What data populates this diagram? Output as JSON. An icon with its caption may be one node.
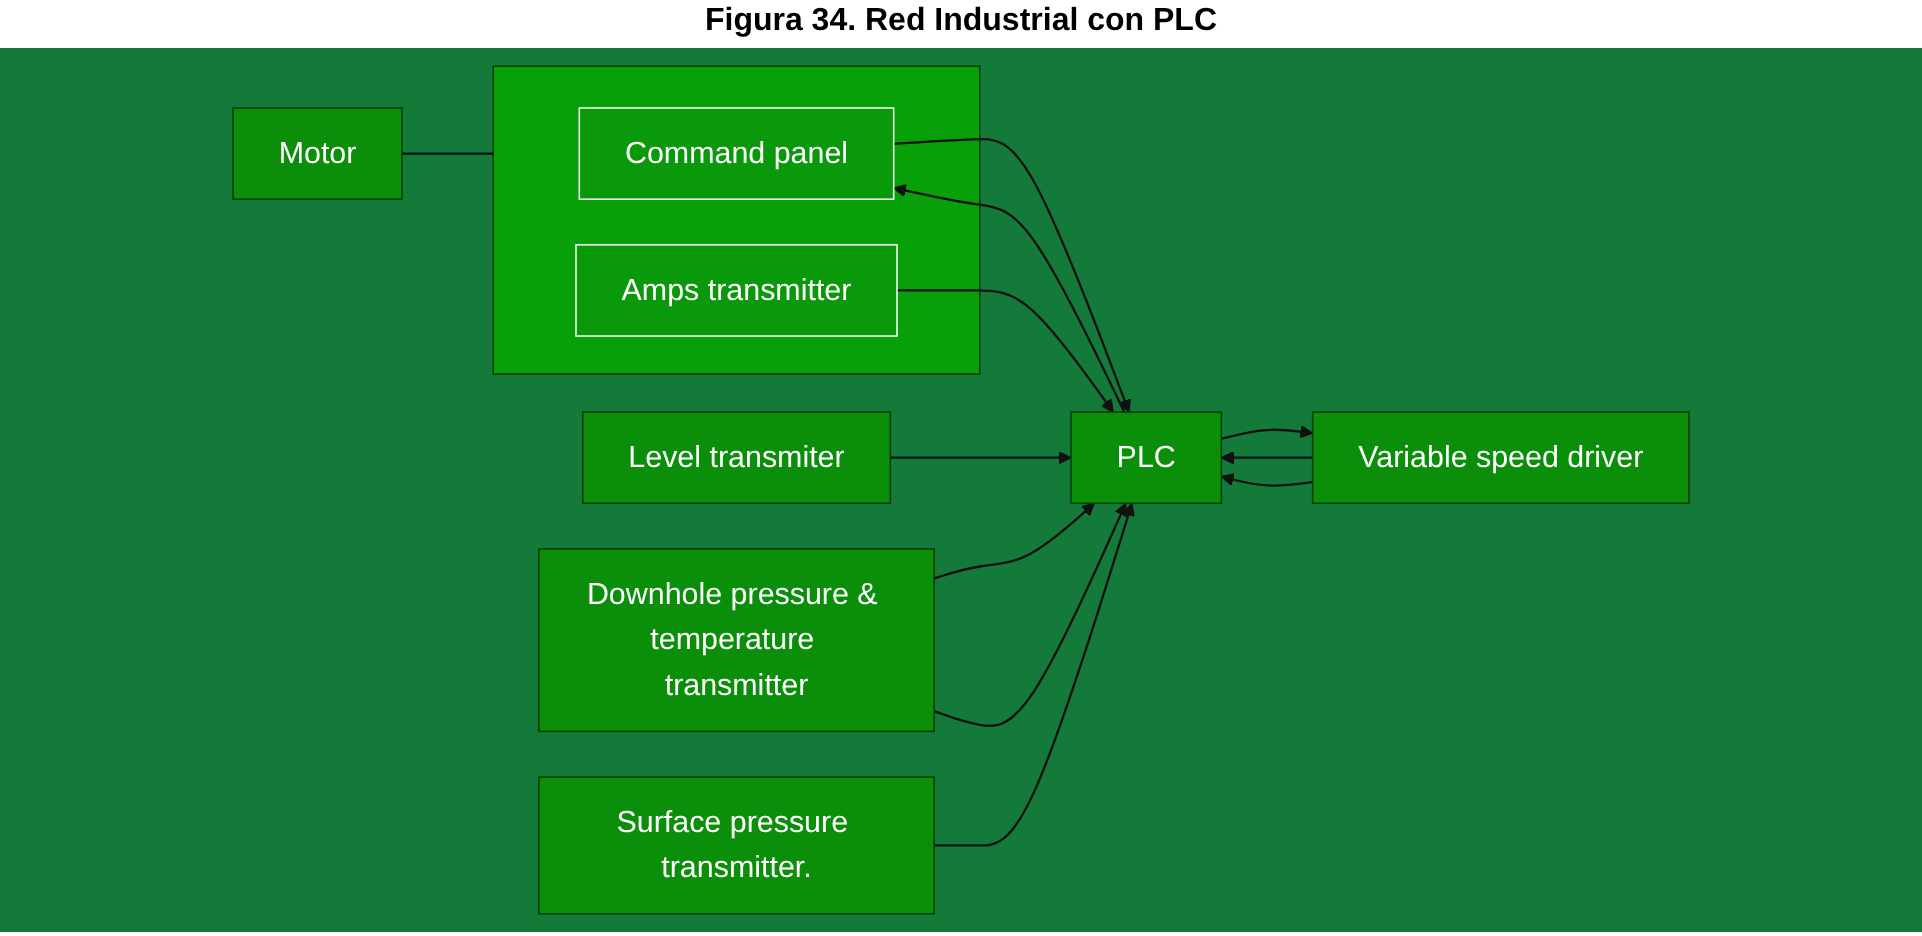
{
  "diagram": {
    "title": "Figura 34. Red Industrial con PLC",
    "nodes": [
      {
        "text": [
          "Motor"
        ]
      },
      {
        "text": [],
        "shape": "box"
      },
      {
        "text": [
          "Command panel"
        ],
        "in": 1
      },
      {
        "text": [
          "Amps transmitter"
        ],
        "in": 1
      },
      {
        "text": [
          "Level transmiter"
        ]
      },
      {
        "text": [
          "Downhole pressure & temperature transmitter"
        ]
      },
      {
        "text": [
          "PLC"
        ]
      },
      {
        "text": [
          "Variable speed driver"
        ]
      },
      {
        "text": [
          "Surface pressure transmitter."
        ]
      }
    ],
    "edges": [
      {
        "from": 0,
        "to": 1,
        "arrow": "none"
      },
      {
        "from": 2,
        "to": 6,
        "arrow": "to"
      },
      {
        "from": 6,
        "to": 2,
        "arrow": "to"
      },
      {
        "from": 3,
        "to": 6,
        "arrow": "to"
      },
      {
        "from": 4,
        "to": 6,
        "arrow": "to"
      },
      {
        "from": 5,
        "to": 6,
        "arrow": "to"
      },
      {
        "from": 5,
        "to": 6,
        "arrow": "to"
      },
      {
        "from": 7,
        "to": 6,
        "arrow": "to"
      },
      {
        "from": 7,
        "to": 6,
        "arrow": "to"
      },
      {
        "from": 6,
        "to": 7,
        "arrow": "to"
      },
      {
        "from": 8,
        "to": 6,
        "arrow": "to"
      }
    ]
  }
}
